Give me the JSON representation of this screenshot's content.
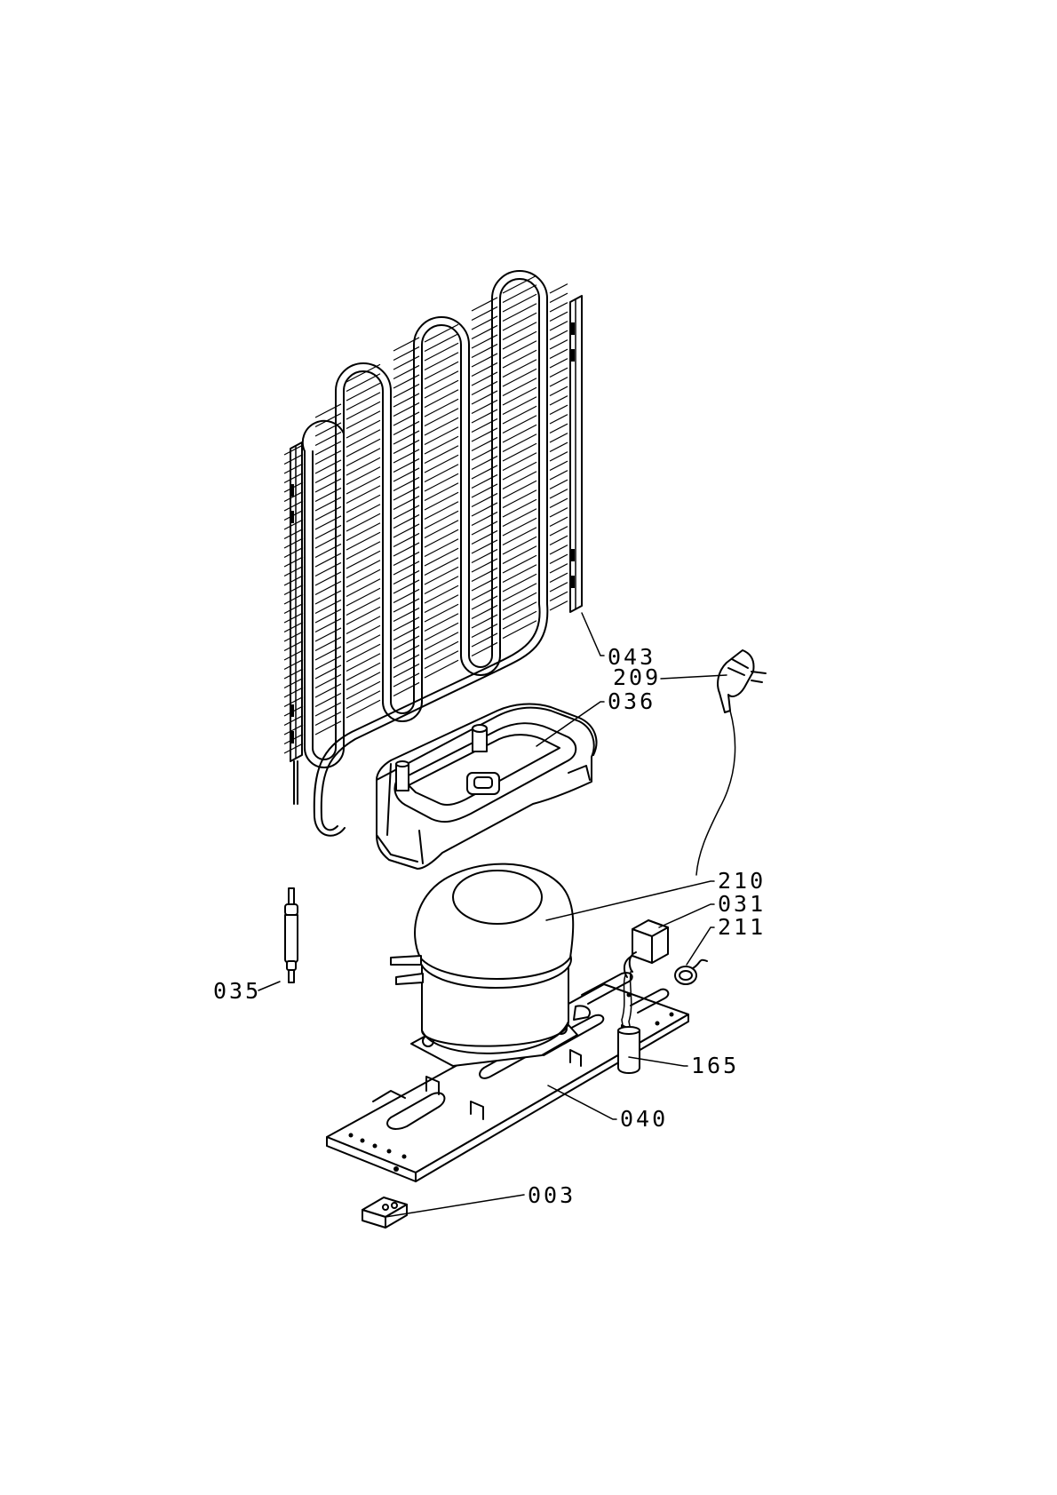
{
  "labels": {
    "p043": "043",
    "p209": "209",
    "p036": "036",
    "p210": "210",
    "p031": "031",
    "p211": "211",
    "p035": "035",
    "p165": "165",
    "p040": "040",
    "p003": "003"
  }
}
